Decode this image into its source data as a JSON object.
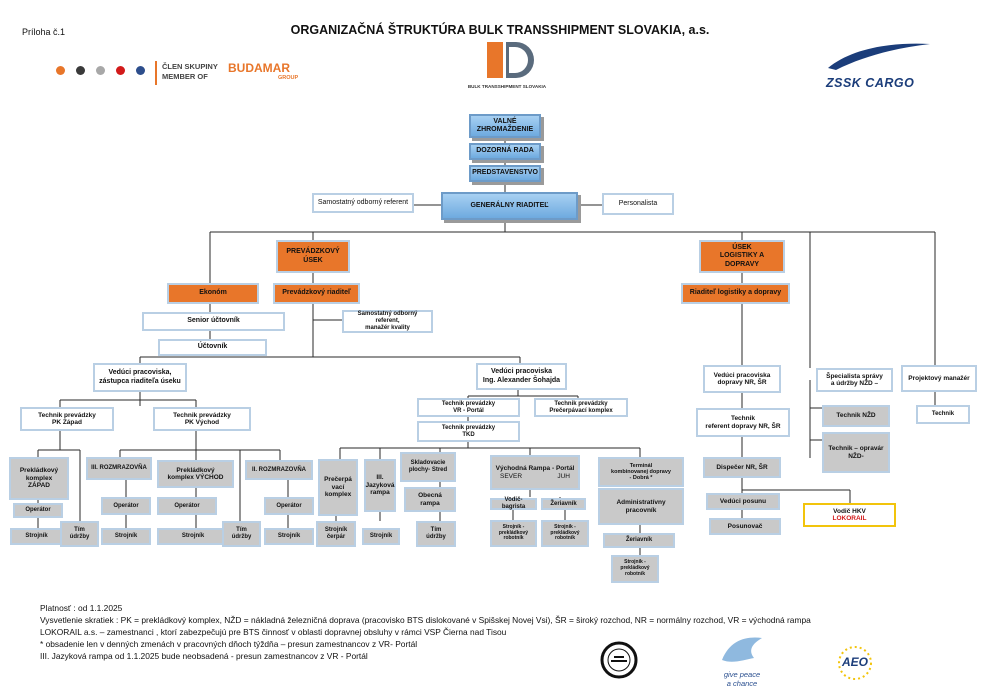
{
  "header": {
    "annex": "Príloha č.1",
    "title": "ORGANIZAČNÁ ŠTRUKTÚRA BULK TRANSSHIPMENT SLOVAKIA, a.s.",
    "group_line1": "ČLEN SKUPINY",
    "group_line2": "MEMBER OF",
    "budamar": "BUDAMAR",
    "budamar_sub": "GROUP",
    "bts_logo_text": "BULK TRANSSHIPMENT SLOVAKIA",
    "zssk": "ZSSK CARGO",
    "dot_colors": [
      "#e8762a",
      "#3a3a3a",
      "#a8a8a8",
      "#d21a1a",
      "#2d4e8c"
    ]
  },
  "nodes": {
    "valne1": "VALNÉ",
    "valne2": "ZHROMAŽDENIE",
    "dozorna": "DOZORNÁ RADA",
    "predstav": "PREDSTAVENSTVO",
    "generalny": "GENERÁLNY    RIADITEĽ",
    "samost_ref": "Samostatný odborný referent",
    "personalista": "Personalista",
    "prev_usek1": "PREVÁDZKOVÝ",
    "prev_usek2": "ÚSEK",
    "usek_log1": "ÚSEK",
    "usek_log2": "LOGISTIKY A DOPRAVY",
    "ekonom": "Ekonóm",
    "prev_riad": "Prevádzkový  riaditeľ",
    "riad_log": "Riaditeľ logistiky a dopravy",
    "senior": "Senior účtovník",
    "uctovnik": "Účtovník",
    "samost_ref2_1": "Samostatný odborný referent,",
    "samost_ref2_2": "manažér kvality",
    "veduci_zast1": "Vedúci pracoviska,",
    "veduci_zast2": "zástupca riaditeľa úseku",
    "veduci_sohajda1": "Vedúci pracoviska",
    "veduci_sohajda2": "Ing. Alexander Šohajda",
    "veduci_nr1": "Vedúci pracoviska",
    "veduci_nr2": "dopravy NR, ŠR",
    "specialista1": "Špecialista správy",
    "specialista2": "a údržby NŽD –",
    "projektovy": "Projektový manažér",
    "tp_zapad1": "Technik prevádzky",
    "tp_zapad2": "PK Západ",
    "tp_vychod1": "Technik prevádzky",
    "tp_vychod2": "PK Východ",
    "tp_vr1": "Technik prevádzky",
    "tp_vr2": "VR - Portál",
    "tp_precer1": "Technik prevádzky",
    "tp_precer2": "Prečerpávací komplex",
    "tp_tkd1": "Technik prevádzky",
    "tp_tkd2": "TKD",
    "tech_ref1": "Technik",
    "tech_ref2": "referent  dopravy NR, ŠR",
    "technik_nzd": "Technik  NŽD",
    "technik_opravar1": "Technik – opravár",
    "technik_opravar2": "NŽD-",
    "technik": "Technik",
    "prek_zapad1": "Prekládkový",
    "prek_zapad2": "komplex ZÁPAD",
    "rozm3": "III. ROZMRAZOVŇA",
    "prek_vychod1": "Prekládkový",
    "prek_vychod2": "komplex VÝCHOD",
    "rozm2": "II. ROZMRAZOVŇA",
    "precerpavaci1": "Prečerpá",
    "precerpavaci2": "vací",
    "precerpavaci3": "komplex",
    "jazykova1": "III.",
    "jazykova2": "Jazyková",
    "jazykova3": "rampa",
    "skladovacie1": "Skladovacie",
    "skladovacie2": "plochy- Stred",
    "obecna1": "Obecná",
    "obecna2": "rampa",
    "vychodna1": "Východná Rampa - Portál",
    "vychodna_sever": "SEVER",
    "vychodna_juh": "JUH",
    "terminal1": "Terminál",
    "terminal2": "kombinovanej dopravy",
    "terminal3": "- Dobrá *",
    "dispecer": "Dispečer NR, ŠR",
    "operator": "Operátor",
    "strojnik": "Strojník",
    "tim_udrzby1": "Tím",
    "tim_udrzby2": "údržby",
    "strojnik_cerpar1": "Strojník",
    "strojnik_cerpar2": "čerpár",
    "vodic_bagrista": "Vodič-bagrista",
    "zeriavnik": "Žeriavník",
    "admin1": "Administratívny",
    "admin2": "pracovník",
    "strojnik_prek1": "Strojník -",
    "strojnik_prek2": "prekládkový",
    "strojnik_prek3": "robotník",
    "veduci_posunu": "Vedúci posunu",
    "posunovac": "Posunovač",
    "vodic_hkv1": "Vodič HKV",
    "vodic_hkv2": "LOKORAIL"
  },
  "footer": {
    "line1": "Platnosť : od 1.1.2025",
    "line2": "Vysvetlenie skratiek : PK = prekládkový komplex, NŽD = nákladná železničná doprava (pracovisko BTS dislokované v Spišskej Novej Vsi), ŠR = široký rozchod, NR = normálny rozchod, VR = východná rampa",
    "line3": "LOKORAIL a.s. – zamestnanci , ktorí zabezpečujú pre BTS činnosť v oblasti dopravnej obsluhy v rámci VSP Čierna nad Tisou",
    "line4": "* obsadenie len v denných zmenách v pracovných dňoch týždňa – presun zamestnancov z VR- Portál",
    "line5": "III. Jazyková rampa od 1.1.2025 bude neobsadená - presun zamestnancov z VR - Portál",
    "peace1": "give peace",
    "peace2": "a chance",
    "aeo": "AEO"
  }
}
